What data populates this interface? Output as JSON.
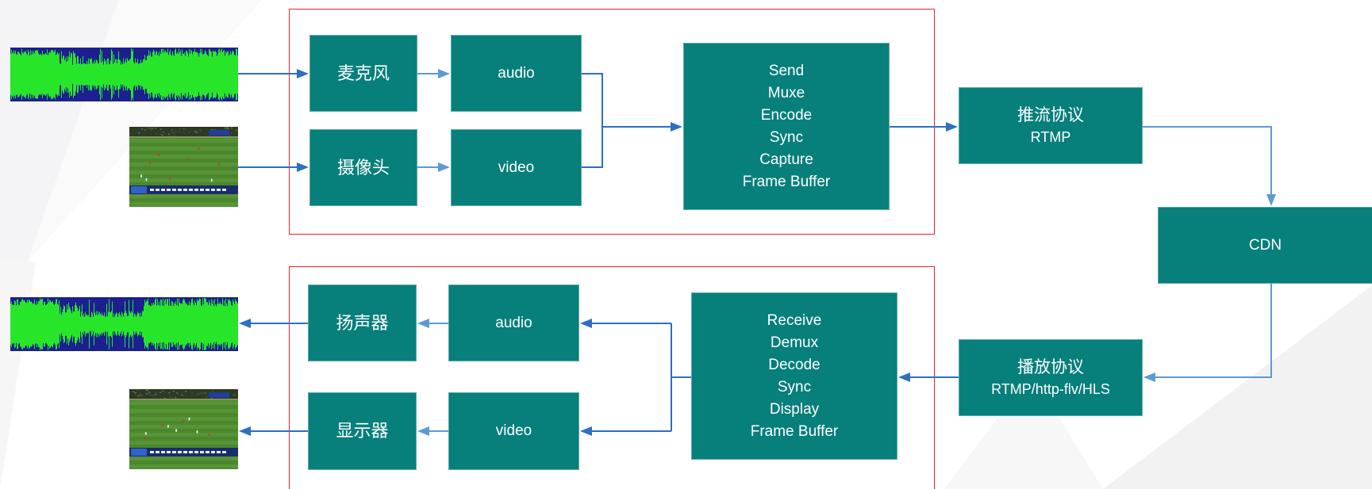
{
  "colors": {
    "box_fill": "#077f7b",
    "box_text": "#ffffff",
    "box_edge": "#5fa9a5",
    "frame_border": "#e0262b",
    "arrow_dark": "#2e6fc3",
    "arrow_light": "#5b9bd5",
    "waveform_bg": "#1b1f8f",
    "waveform_fg": "#27e62a"
  },
  "push_side": {
    "microphone": "麦克风",
    "camera": "摄像头",
    "audio": "audio",
    "video": "video",
    "pipeline_steps": [
      "Send",
      "Muxe",
      "Encode",
      "Sync",
      "Capture",
      "Frame Buffer"
    ],
    "protocol": {
      "title": "推流协议",
      "detail": "RTMP"
    }
  },
  "cdn": {
    "label": "CDN"
  },
  "play_side": {
    "protocol": {
      "title": "播放协议",
      "detail": "RTMP/http-flv/HLS"
    },
    "pipeline_steps": [
      "Receive",
      "Demux",
      "Decode",
      "Sync",
      "Display",
      "Frame Buffer"
    ],
    "audio": "audio",
    "video": "video",
    "speaker": "扬声器",
    "display": "显示器"
  }
}
